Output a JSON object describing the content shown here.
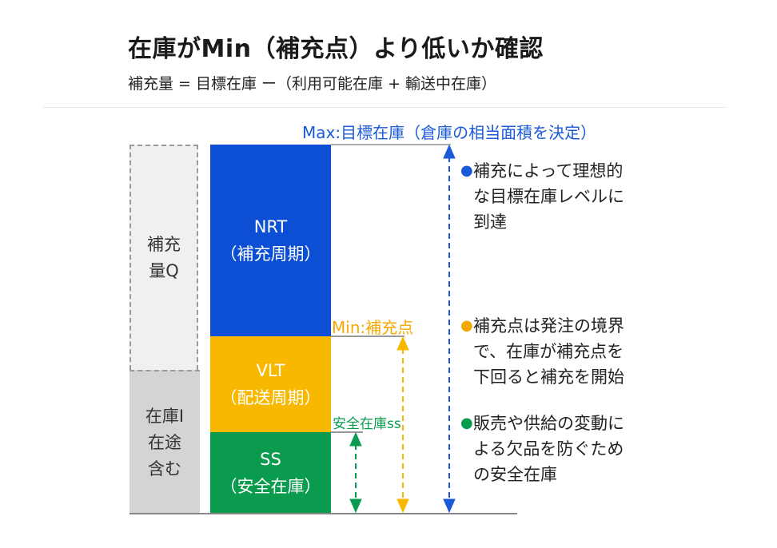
{
  "title": "在庫がMin（補充点）より低いか確認",
  "subtitle": "補充量 = 目標在庫 ー（利用可能在庫 + 輸送中在庫）",
  "colors": {
    "nrt": "#0d4fd4",
    "vlt": "#f8b800",
    "ss": "#0a9b4f",
    "side_top": "#f0f0f0",
    "side_bottom": "#d4d4d4",
    "max_label": "#1a5ad8",
    "min_label": "#f5a800",
    "ss_label": "#0a9b4f"
  },
  "blocks": {
    "nrt": {
      "line1": "NRT",
      "line2": "（補充周期）"
    },
    "vlt": {
      "line1": "VLT",
      "line2": "（配送周期）"
    },
    "ss": {
      "line1": "SS",
      "line2": "（安全在庫）"
    }
  },
  "side": {
    "top": {
      "line1": "補充",
      "line2": "量Q"
    },
    "bottom": {
      "line1": "在庫I",
      "line2": "在途",
      "line3": "含む"
    }
  },
  "levels": {
    "max_label": "Max:目標在庫（倉庫の相当面積を決定）",
    "min_label": "Min:補充点",
    "ss_label": "安全在庫ss"
  },
  "bullets": [
    {
      "color": "#1a5ad8",
      "lines": [
        "補充によって理想的",
        "な目標在庫レベルに",
        "到達"
      ]
    },
    {
      "color": "#f5a800",
      "lines": [
        "補充点は発注の境界",
        "で、在庫が補充点を",
        "下回ると補充を開始"
      ]
    },
    {
      "color": "#0a9b4f",
      "lines": [
        "販売や供給の変動に",
        "よる欠品を防ぐため",
        "の安全在庫"
      ]
    }
  ]
}
